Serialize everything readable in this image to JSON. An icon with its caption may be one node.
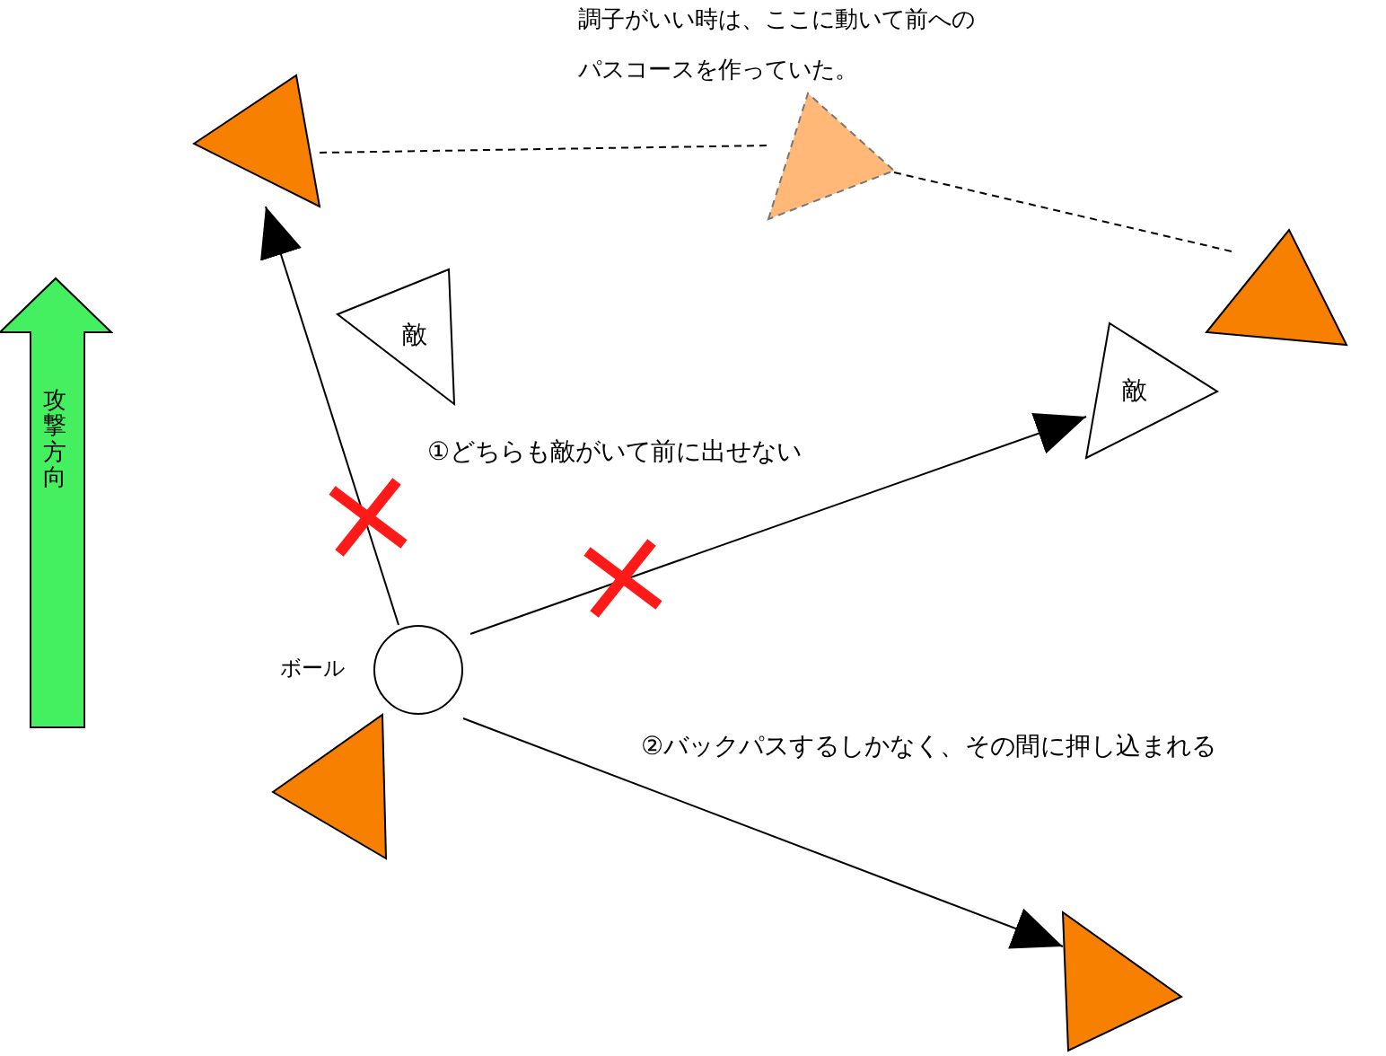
{
  "diagram": {
    "nodes": [
      {
        "text": [],
        "shape": "triangle"
      },
      {
        "text": [],
        "shape": "triangle"
      },
      {
        "text": [],
        "shape": "triangle"
      },
      {
        "text": [
          "敵"
        ]
      },
      {
        "text": [
          "敵"
        ]
      },
      {
        "text": [
          "攻撃方向"
        ]
      },
      {
        "text": [],
        "shape": "circle",
        "beside": [
          "ボール"
        ]
      },
      {
        "text": [],
        "shape": "triangle"
      },
      {
        "text": [],
        "shape": "triangle"
      }
    ],
    "edges": [
      {
        "from": 6,
        "to": 0,
        "arrow": "to"
      },
      {
        "from": 6,
        "to": 4,
        "arrow": "to"
      },
      {
        "from": 6,
        "to": 8,
        "arrow": "to"
      },
      {
        "from": 0,
        "to": 1,
        "arrow": "none",
        "style": "dashed"
      },
      {
        "from": 1,
        "to": 2,
        "arrow": "none",
        "style": "dashed"
      }
    ],
    "labels": [
      "調子がいい時は、ここに動いて前への",
      "パスコースを作っていた。",
      "①どちらも敵がいて前に出せない",
      "②バックパスするしかなく、その間に押し込まれる"
    ]
  }
}
